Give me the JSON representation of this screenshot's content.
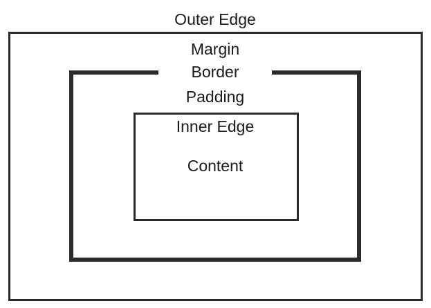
{
  "diagram": {
    "labels": {
      "outer_edge": "Outer Edge",
      "margin": "Margin",
      "border": "Border",
      "padding": "Padding",
      "inner_edge": "Inner Edge",
      "content": "Content"
    },
    "colors": {
      "line": "#2a2a2a",
      "text": "#1a1a1a",
      "background": "#ffffff"
    }
  }
}
